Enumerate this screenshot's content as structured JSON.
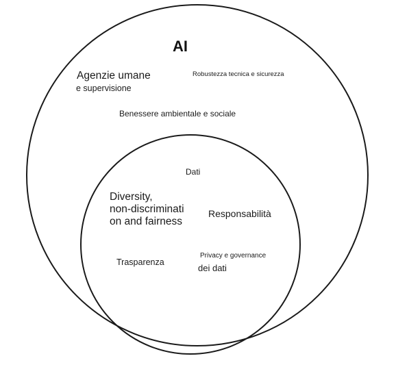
{
  "diagram": {
    "title": "AI",
    "outer_labels": {
      "agenzie_line1": "Agenzie umane",
      "agenzie_line2": "e supervisione",
      "robustezza": "Robustezza tecnica e sicurezza",
      "benessere": "Benessere ambientale e sociale"
    },
    "inner_labels": {
      "dati": "Dati",
      "diversity": "Diversity,\nnon-discriminati\non and fairness",
      "responsabilita": "Responsabilità",
      "trasparenza": "Trasparenza",
      "privacy_line1": "Privacy e governance",
      "privacy_line2": "dei dati"
    },
    "colors": {
      "stroke": "#1a1a1a",
      "background": "#ffffff",
      "text": "#1a1a1a"
    }
  }
}
